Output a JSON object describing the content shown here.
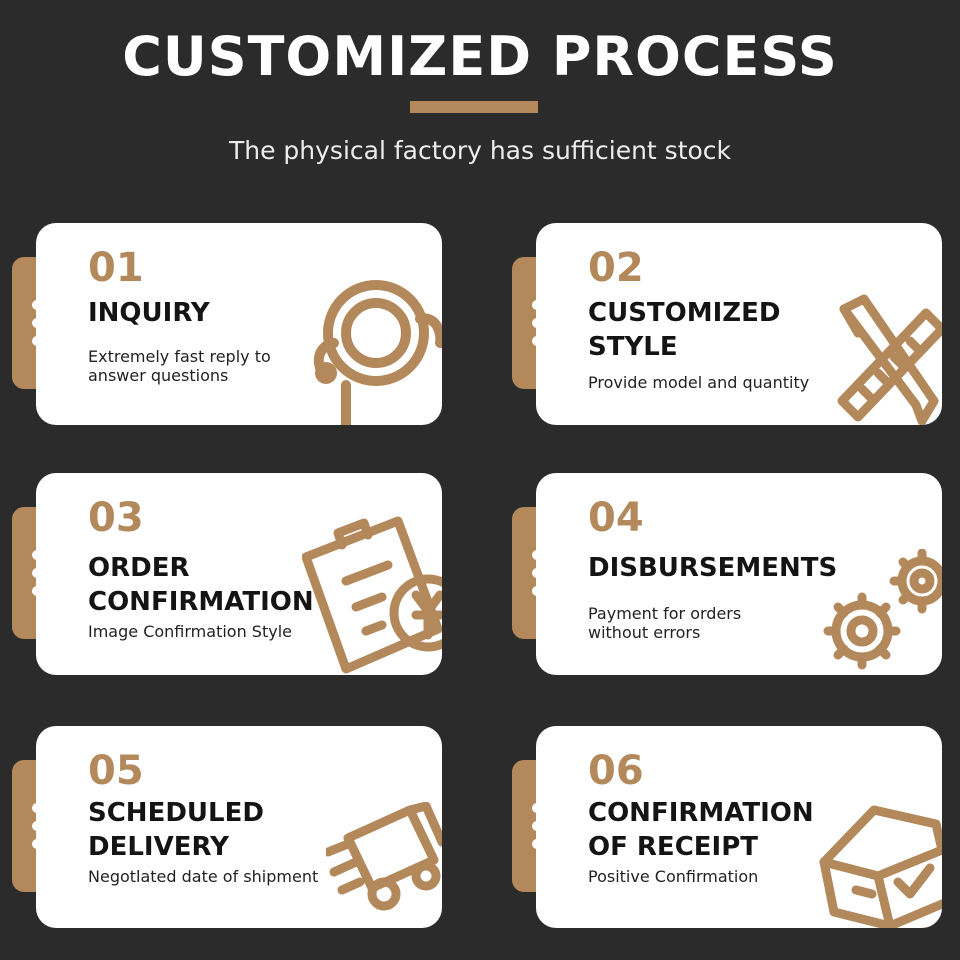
{
  "header": {
    "title": "CUSTOMIZED PROCESS",
    "subtitle": "The physical factory has sufficient stock"
  },
  "colors": {
    "accent": "#b3895b",
    "background": "#2b2b2b",
    "card": "#ffffff"
  },
  "steps": [
    {
      "number": "01",
      "title": "INQUIRY",
      "description": "Extremely fast reply to\nanswer questions",
      "icon": "headset-icon"
    },
    {
      "number": "02",
      "title": "CUSTOMIZED\nSTYLE",
      "description": "Provide model and quantity",
      "icon": "pencil-ruler-icon"
    },
    {
      "number": "03",
      "title": "ORDER\nCONFIRMATION",
      "description": "Image Confirmation Style",
      "icon": "receipt-yen-icon"
    },
    {
      "number": "04",
      "title": "DISBURSEMENTS",
      "description": "Payment for orders\nwithout errors",
      "icon": "gears-icon"
    },
    {
      "number": "05",
      "title": "SCHEDULED\nDELIVERY",
      "description": "Negotlated date of shipment",
      "icon": "delivery-truck-icon"
    },
    {
      "number": "06",
      "title": "CONFIRMATION\nOF RECEIPT",
      "description": "Positive Confirmation",
      "icon": "box-check-icon"
    }
  ]
}
